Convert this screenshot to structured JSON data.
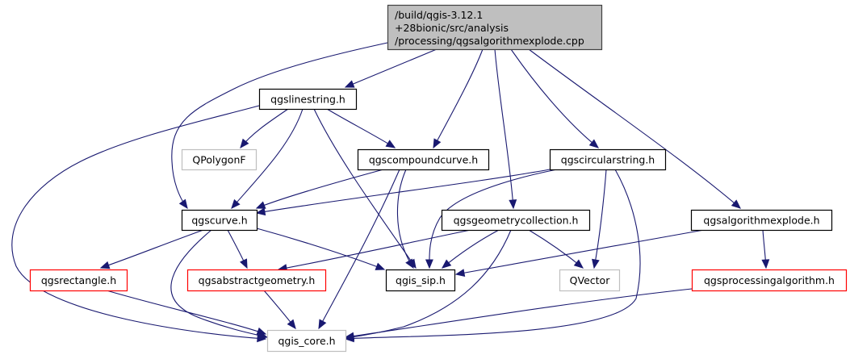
{
  "graph": {
    "type": "include-dependency-graph",
    "colors": {
      "edge": "#191970",
      "root_fill": "#bfbfbf",
      "root_border": "#404040",
      "documented_border": "#000000",
      "undocumented_border": "#bfbfbf",
      "truncated_border": "#ff0000"
    },
    "nodes": [
      {
        "id": "root",
        "lines": [
          "/build/qgis-3.12.1",
          "+28bionic/src/analysis",
          "/processing/qgsalgorithmexplode.cpp"
        ],
        "style": "root"
      },
      {
        "id": "qgslinestring",
        "lines": [
          "qgslinestring.h"
        ],
        "style": "documented"
      },
      {
        "id": "qpolygonf",
        "lines": [
          "QPolygonF"
        ],
        "style": "undocumented"
      },
      {
        "id": "qgscompoundcurve",
        "lines": [
          "qgscompoundcurve.h"
        ],
        "style": "documented"
      },
      {
        "id": "qgscircularstring",
        "lines": [
          "qgscircularstring.h"
        ],
        "style": "documented"
      },
      {
        "id": "qgscurve",
        "lines": [
          "qgscurve.h"
        ],
        "style": "documented"
      },
      {
        "id": "qgsgeometrycollection",
        "lines": [
          "qgsgeometrycollection.h"
        ],
        "style": "documented"
      },
      {
        "id": "qgsalgorithmexplode",
        "lines": [
          "qgsalgorithmexplode.h"
        ],
        "style": "documented"
      },
      {
        "id": "qgsrectangle",
        "lines": [
          "qgsrectangle.h"
        ],
        "style": "truncated"
      },
      {
        "id": "qgsabstractgeometry",
        "lines": [
          "qgsabstractgeometry.h"
        ],
        "style": "truncated"
      },
      {
        "id": "qgis_sip",
        "lines": [
          "qgis_sip.h"
        ],
        "style": "documented"
      },
      {
        "id": "qvector",
        "lines": [
          "QVector"
        ],
        "style": "undocumented"
      },
      {
        "id": "qgsprocessingalgorithm",
        "lines": [
          "qgsprocessingalgorithm.h"
        ],
        "style": "truncated"
      },
      {
        "id": "qgis_core",
        "lines": [
          "qgis_core.h"
        ],
        "style": "undocumented"
      }
    ],
    "edges": [
      {
        "from": "root",
        "to": "qgslinestring"
      },
      {
        "from": "root",
        "to": "qgscurve"
      },
      {
        "from": "root",
        "to": "qgscompoundcurve"
      },
      {
        "from": "root",
        "to": "qgsgeometrycollection"
      },
      {
        "from": "root",
        "to": "qgscircularstring"
      },
      {
        "from": "root",
        "to": "qgsalgorithmexplode"
      },
      {
        "from": "qgslinestring",
        "to": "qpolygonf"
      },
      {
        "from": "qgslinestring",
        "to": "qgscurve"
      },
      {
        "from": "qgslinestring",
        "to": "qgscompoundcurve"
      },
      {
        "from": "qgslinestring",
        "to": "qgis_sip"
      },
      {
        "from": "qgslinestring",
        "to": "qgis_core"
      },
      {
        "from": "qgscompoundcurve",
        "to": "qgscurve"
      },
      {
        "from": "qgscompoundcurve",
        "to": "qgis_sip"
      },
      {
        "from": "qgscompoundcurve",
        "to": "qgis_core"
      },
      {
        "from": "qgscircularstring",
        "to": "qgscurve"
      },
      {
        "from": "qgscircularstring",
        "to": "qgis_sip"
      },
      {
        "from": "qgscircularstring",
        "to": "qvector"
      },
      {
        "from": "qgscircularstring",
        "to": "qgis_core"
      },
      {
        "from": "qgscurve",
        "to": "qgsrectangle"
      },
      {
        "from": "qgscurve",
        "to": "qgsabstractgeometry"
      },
      {
        "from": "qgscurve",
        "to": "qgis_sip"
      },
      {
        "from": "qgscurve",
        "to": "qgis_core"
      },
      {
        "from": "qgsgeometrycollection",
        "to": "qgsabstractgeometry"
      },
      {
        "from": "qgsgeometrycollection",
        "to": "qgis_sip"
      },
      {
        "from": "qgsgeometrycollection",
        "to": "qvector"
      },
      {
        "from": "qgsgeometrycollection",
        "to": "qgis_core"
      },
      {
        "from": "qgsalgorithmexplode",
        "to": "qgis_sip"
      },
      {
        "from": "qgsalgorithmexplode",
        "to": "qgsprocessingalgorithm"
      },
      {
        "from": "qgsrectangle",
        "to": "qgis_core"
      },
      {
        "from": "qgsabstractgeometry",
        "to": "qgis_core"
      },
      {
        "from": "qgsprocessingalgorithm",
        "to": "qgis_core"
      }
    ]
  }
}
